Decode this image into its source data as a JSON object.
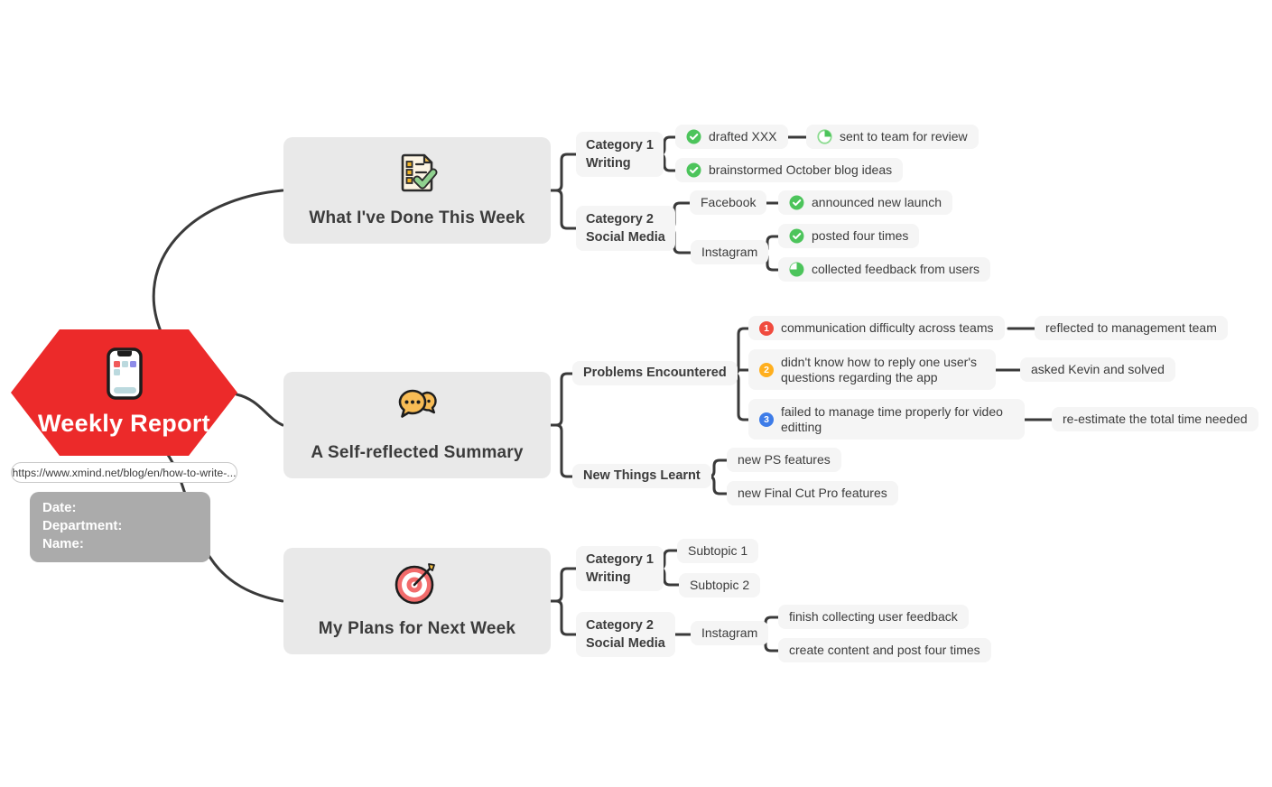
{
  "central": {
    "title": "Weekly Report",
    "link": "https://www.xmind.net/blog/en/how-to-write-...",
    "note": {
      "lines": [
        "Date:",
        "Department:",
        "Name:"
      ]
    }
  },
  "icons": {
    "central": "smartphone-icon",
    "branch1": "memo-check-icon",
    "branch2": "speech-bubbles-icon",
    "branch3": "dart-target-icon",
    "done": "check-circle-icon",
    "progress_quarter": "progress-quarter-icon",
    "progress_three_quarter": "progress-three-quarter-icon",
    "priority1": "priority-1-icon",
    "priority2": "priority-2-icon",
    "priority3": "priority-3-icon"
  },
  "colors": {
    "accent_red": "#EC2A2A",
    "topic_gray": "#E9E9E9",
    "leaf_gray": "#F5F5F5",
    "note_gray": "#ABABAB",
    "line": "#3A3A3A",
    "check_green": "#4CC45B",
    "badge_red": "#F04B3E",
    "badge_orange": "#FFAF1E",
    "badge_blue": "#3D7CE8"
  },
  "b1": {
    "topic": "What I've Done This Week",
    "cat1_line1": "Category 1",
    "cat1_line2": "Writing",
    "drafted": "drafted XXX",
    "sent": "sent to team for review",
    "brainstormed": "brainstormed October blog ideas",
    "cat2_line1": "Category 2",
    "cat2_line2": "Social Media",
    "facebook": "Facebook",
    "announced": "announced new launch",
    "instagram": "Instagram",
    "posted": "posted four times",
    "collected": "collected feedback from users"
  },
  "b2": {
    "topic": "A Self-reflected Summary",
    "problems": "Problems Encountered",
    "p1_badge": "1",
    "p1": "communication difficulty across teams",
    "p1_action": "reflected to management team",
    "p2_badge": "2",
    "p2": "didn't know how to reply one user's questions regarding the app",
    "p2_action": "asked Kevin and solved",
    "p3_badge": "3",
    "p3": "failed to manage time properly for video editting",
    "p3_action": "re-estimate the total time needed",
    "newthings": "New Things Learnt",
    "ps": "new PS features",
    "fcp": "new Final Cut Pro features"
  },
  "b3": {
    "topic": "My Plans for Next Week",
    "cat1_line1": "Category 1",
    "cat1_line2": "Writing",
    "sub1": "Subtopic 1",
    "sub2": "Subtopic 2",
    "cat2_line1": "Category 2",
    "cat2_line2": "Social Media",
    "instagram": "Instagram",
    "finish": "finish collecting user feedback",
    "create": "create content and post four times"
  }
}
